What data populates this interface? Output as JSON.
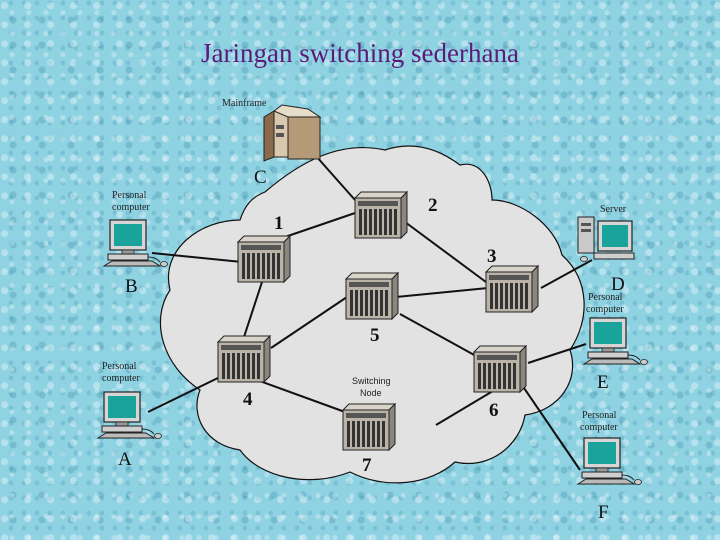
{
  "title": "Jaringan switching sederhana",
  "colors": {
    "background": "#8fd3e3",
    "title": "#5b1a7a",
    "cloud": "#e2e2e2",
    "links": "#111111"
  },
  "devices": {
    "mainframe": {
      "label": "Mainframe",
      "letter": "C"
    },
    "pc_b": {
      "label_line1": "Personal",
      "label_line2": "computer",
      "letter": "B"
    },
    "pc_a": {
      "label_line1": "Personal",
      "label_line2": "computer",
      "letter": "A"
    },
    "server": {
      "label": "Server",
      "letter": "D"
    },
    "pc_e": {
      "label_line1": "Personal",
      "label_line2": "computer",
      "letter": "E"
    },
    "pc_f": {
      "label_line1": "Personal",
      "label_line2": "computer",
      "letter": "F"
    }
  },
  "switching_node_label": {
    "line1": "Switching",
    "line2": "Node"
  },
  "nodes": [
    {
      "id": "1",
      "label": "1"
    },
    {
      "id": "2",
      "label": "2"
    },
    {
      "id": "3",
      "label": "3"
    },
    {
      "id": "4",
      "label": "4"
    },
    {
      "id": "5",
      "label": "5"
    },
    {
      "id": "6",
      "label": "6"
    },
    {
      "id": "7",
      "label": "7"
    }
  ],
  "icons": {
    "switch": "switching-node-icon",
    "pc": "personal-computer-icon",
    "mainframe": "mainframe-icon",
    "server": "server-icon"
  }
}
